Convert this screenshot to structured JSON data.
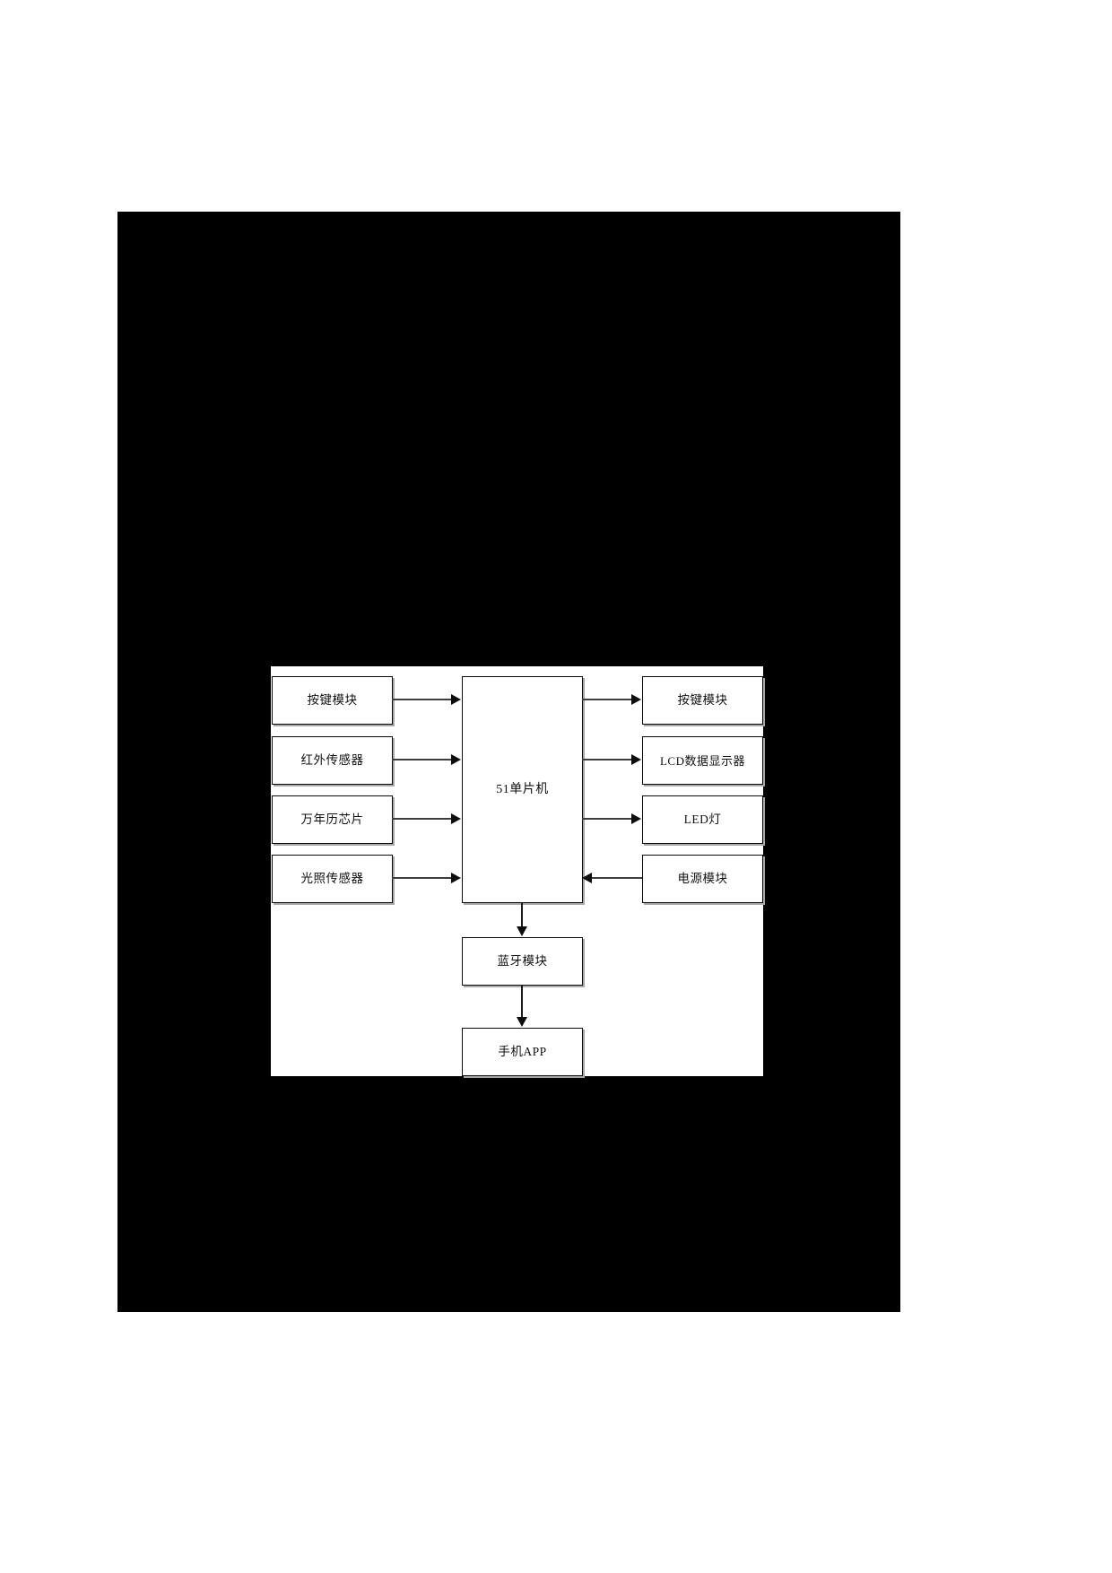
{
  "page": {
    "background_color": "#ffffff",
    "field_color": "#000000",
    "canvas_color": "#ffffff"
  },
  "diagram": {
    "type": "block-diagram",
    "title": "",
    "controller": {
      "label": "51单片机"
    },
    "inputs": [
      {
        "id": "key-module-in",
        "label": "按键模块"
      },
      {
        "id": "infrared-sensor",
        "label": "红外传感器"
      },
      {
        "id": "perpetual-calendar",
        "label": "万年历芯片"
      },
      {
        "id": "light-sensor",
        "label": "光照传感器"
      }
    ],
    "outputs": [
      {
        "id": "key-module-out",
        "label": "按键模块"
      },
      {
        "id": "lcd-display",
        "label": "LCD数据显示器"
      },
      {
        "id": "led-lamp",
        "label": "LED灯"
      },
      {
        "id": "power-module",
        "label": "电源模块"
      }
    ],
    "downstream": [
      {
        "id": "bluetooth-module",
        "label": "蓝牙模块"
      },
      {
        "id": "mobile-app",
        "label": "手机APP"
      }
    ],
    "edges": [
      {
        "from": "按键模块",
        "to": "51单片机",
        "direction": "right"
      },
      {
        "from": "红外传感器",
        "to": "51单片机",
        "direction": "right"
      },
      {
        "from": "万年历芯片",
        "to": "51单片机",
        "direction": "right"
      },
      {
        "from": "光照传感器",
        "to": "51单片机",
        "direction": "right"
      },
      {
        "from": "51单片机",
        "to": "按键模块",
        "direction": "right"
      },
      {
        "from": "51单片机",
        "to": "LCD数据显示器",
        "direction": "right"
      },
      {
        "from": "51单片机",
        "to": "LED灯",
        "direction": "right"
      },
      {
        "from": "电源模块",
        "to": "51单片机",
        "direction": "left"
      },
      {
        "from": "51单片机",
        "to": "蓝牙模块",
        "direction": "down"
      },
      {
        "from": "蓝牙模块",
        "to": "手机APP",
        "direction": "down"
      }
    ],
    "colors": {
      "box_border": "#0a0a0a",
      "box_fill": "#ffffff",
      "box_shadow": "#a8a8a8",
      "line": "#3d3d3d",
      "arrow": "#0d0d0d",
      "text": "#111111"
    }
  }
}
